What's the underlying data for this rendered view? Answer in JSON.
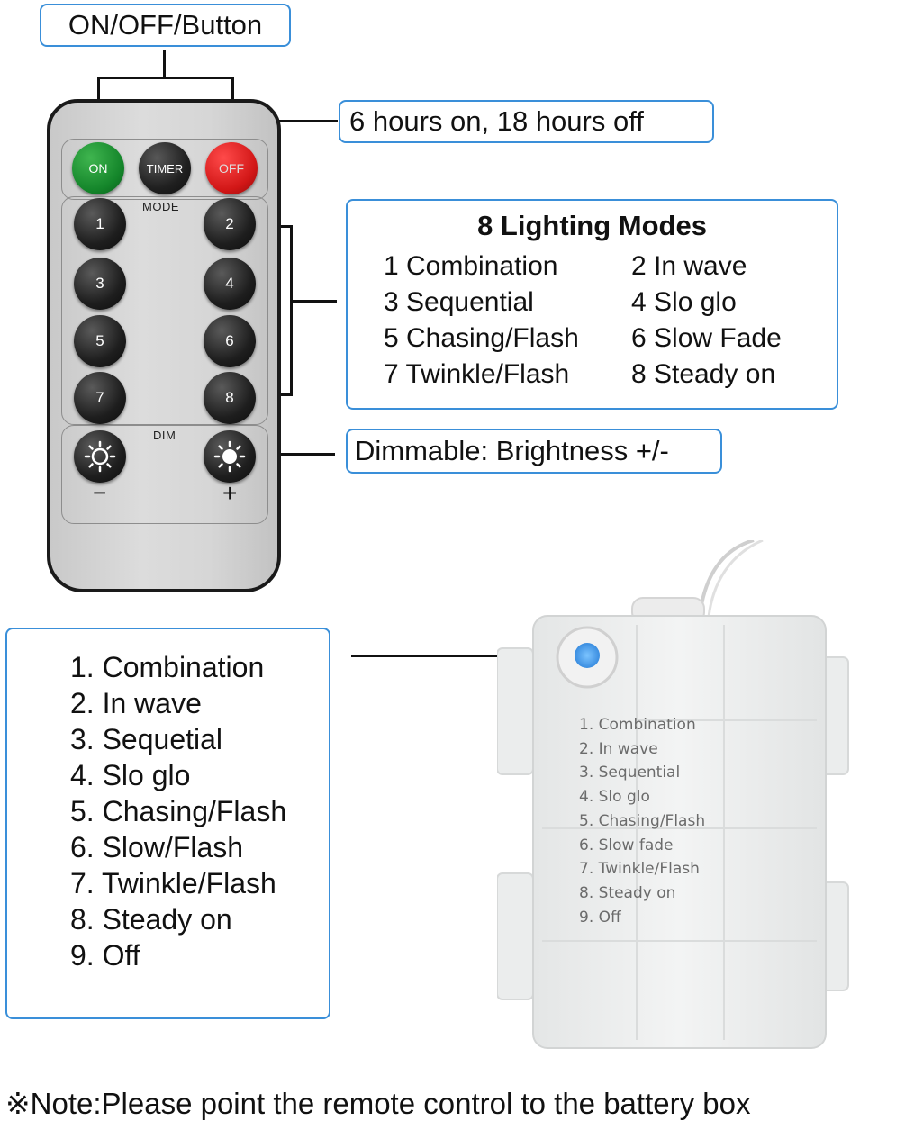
{
  "callouts": {
    "onoff": "ON/OFF/Button",
    "timer": "6 hours on, 18 hours off",
    "dim": "Dimmable: Brightness +/-"
  },
  "modes_box": {
    "title": "8 Lighting Modes",
    "items": [
      "1 Combination",
      "2 In wave",
      "3 Sequential",
      "4 Slo glo",
      "5 Chasing/Flash",
      "6 Slow Fade",
      "7 Twinkle/Flash",
      "8 Steady on"
    ]
  },
  "remote": {
    "on_label": "ON",
    "timer_label": "TIMER",
    "off_label": "OFF",
    "mode_label": "MODE",
    "dim_label": "DIM",
    "minus": "−",
    "plus": "+",
    "numbers": [
      "1",
      "2",
      "3",
      "4",
      "5",
      "6",
      "7",
      "8"
    ]
  },
  "left_box": {
    "items": [
      "1. Combination",
      "2. In wave",
      "3. Sequetial",
      "4. Slo glo",
      "5. Chasing/Flash",
      "6. Slow/Flash",
      "7. Twinkle/Flash",
      "8. Steady on",
      "9. Off"
    ]
  },
  "battery_box": {
    "items": [
      "1. Combination",
      "2. In wave",
      "3. Sequential",
      "4. Slo glo",
      "5. Chasing/Flash",
      "6. Slow fade",
      "7. Twinkle/Flash",
      "8. Steady on",
      "9. Off"
    ]
  },
  "note": "※Note:Please point the remote control to the battery box",
  "colors": {
    "callout_border": "#3a8fd9",
    "on_button": "#14852a",
    "off_button": "#d11616",
    "battery_button": "#4a9fe8"
  }
}
